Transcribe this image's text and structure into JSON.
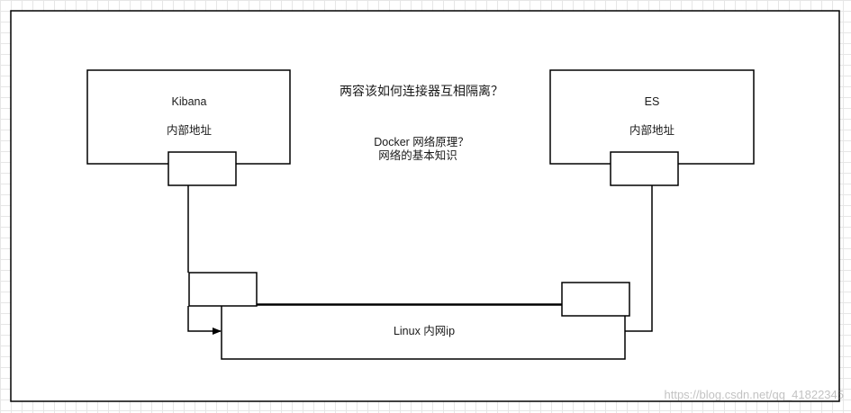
{
  "diagram": {
    "question": "两容该如何连接器互相隔离？",
    "subtitle_line1": "Docker 网络原理？",
    "subtitle_line2": "网络的基本知识",
    "kibana": {
      "name": "Kibana",
      "address": "内部地址"
    },
    "es": {
      "name": "ES",
      "address": "内部地址"
    },
    "bridge_label": "Linux 内网ip"
  },
  "watermark": "https://blog.csdn.net/qq_41822345"
}
